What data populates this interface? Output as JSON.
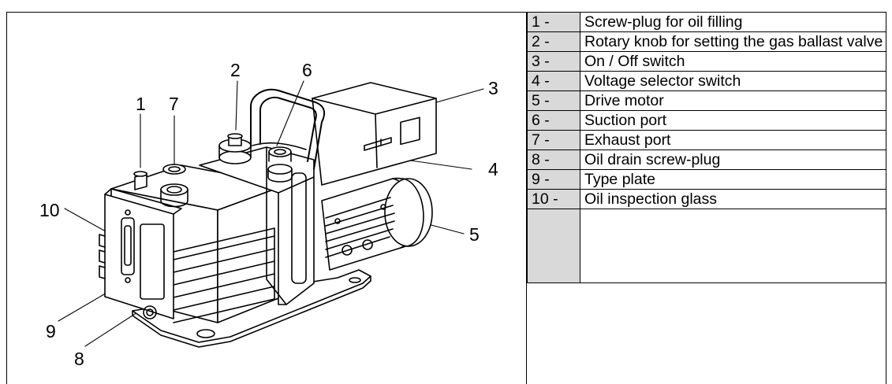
{
  "legend": [
    {
      "num": "1 -",
      "text": "Screw-plug for oil filling"
    },
    {
      "num": "2 -",
      "text": "Rotary knob for setting the gas ballast valve"
    },
    {
      "num": "3 -",
      "text": "On / Off switch"
    },
    {
      "num": "4 -",
      "text": "Voltage selector switch"
    },
    {
      "num": "5 -",
      "text": "Drive motor"
    },
    {
      "num": "6 -",
      "text": "Suction port"
    },
    {
      "num": "7 -",
      "text": "Exhaust port"
    },
    {
      "num": "8 -",
      "text": "Oil drain screw-plug"
    },
    {
      "num": "9 -",
      "text": "Type plate"
    },
    {
      "num": "10 -",
      "text": "Oil inspection glass"
    }
  ],
  "figure": {
    "callouts": [
      "1",
      "2",
      "3",
      "4",
      "5",
      "6",
      "7",
      "8",
      "9",
      "10"
    ]
  }
}
